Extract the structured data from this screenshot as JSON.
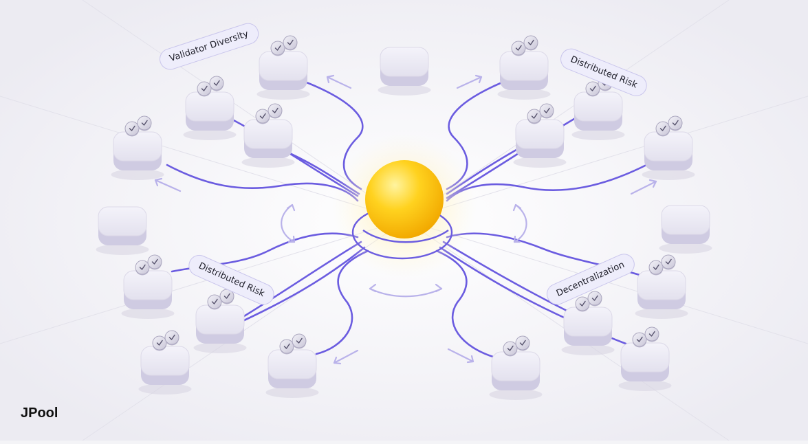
{
  "brand": {
    "name": "JPool"
  },
  "labels": {
    "validator_diversity": "Validator Diversity",
    "distributed_risk_top": "Distributed Risk",
    "distributed_risk_bottom": "Distributed Risk",
    "decentralization": "Decentralization"
  },
  "colors": {
    "background": "#f4f4f7",
    "line": "#6b5ce0",
    "arrow": "#b9b2ea",
    "node_top": "#eceaf5",
    "node_side": "#cfcbe2",
    "hub": "#ffc61a",
    "tag_border": "#c9c5ec"
  },
  "icons": [
    "check-coin-icon",
    "sun-hub-icon",
    "arrow-icon",
    "curved-arrow-icon"
  ]
}
